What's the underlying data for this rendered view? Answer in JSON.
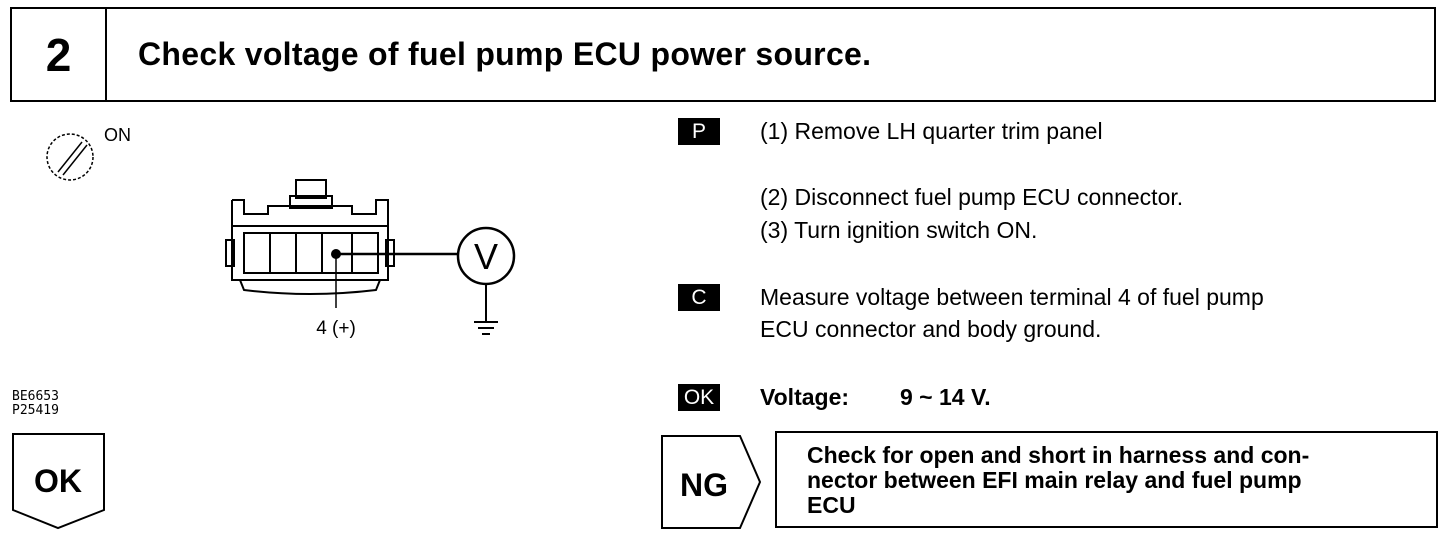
{
  "header": {
    "step_number": "2",
    "title": "Check voltage of fuel pump ECU power source."
  },
  "illustration": {
    "ignition_label": "ON",
    "terminal_label": "4 (+)",
    "meter_label": "V",
    "figure_codes": [
      "BE6653",
      "P25419"
    ]
  },
  "steps": {
    "prep_badge": "P",
    "prep_lines": [
      "(1) Remove LH quarter trim panel",
      "(2) Disconnect fuel pump ECU connector.",
      "(3) Turn ignition switch ON."
    ],
    "check_badge": "C",
    "check_lines": [
      "Measure voltage between terminal 4 of fuel pump",
      "ECU connector and body ground."
    ],
    "ok_badge": "OK",
    "spec_label": "Voltage:",
    "spec_value": "9 ~ 14 V."
  },
  "results": {
    "ok_label": "OK",
    "ng_label": "NG",
    "ng_action_lines": [
      "Check for open and short in harness and con-",
      "nector between EFI main relay and fuel pump",
      "ECU"
    ]
  }
}
